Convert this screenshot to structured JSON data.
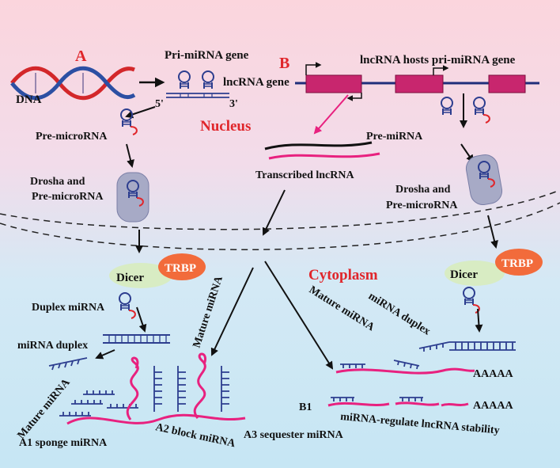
{
  "panels": {
    "a": "A",
    "b": "B",
    "b1": "B1"
  },
  "compartments": {
    "nucleus": "Nucleus",
    "cytoplasm": "Cytoplasm"
  },
  "labels": {
    "dna": "DNA",
    "pri_mirna_gene": "Pri-miRNA gene",
    "lncrna_gene": "lncRNA gene",
    "lncrna_hosts": "lncRNA hosts pri-miRNA gene",
    "five_prime": "5'",
    "three_prime": "3'",
    "pre_microrna": "Pre-microRNA",
    "pre_mirna": "Pre-miRNA",
    "transcribed_lncrna": "Transcribed lncRNA",
    "drosha_left_1": "Drosha and",
    "drosha_left_2": "Pre-microRNA",
    "drosha_right_1": "Drosha and",
    "drosha_right_2": "Pre-microRNA",
    "dicer_left": "Dicer",
    "trbp_left": "TRBP",
    "dicer_right": "Dicer",
    "trbp_right": "TRBP",
    "duplex_mirna": "Duplex miRNA",
    "mirna_duplex_left": "miRNA duplex",
    "mature_mirna_center": "Mature miRNA",
    "mature_mirna_bottom": "Mature miRNA",
    "mature_mirna_right": "Mature miRNA",
    "mirna_duplex_right": "miRNA duplex",
    "polya_1": "AAAAA",
    "polya_2": "AAAAA",
    "a1": "A1 sponge miRNA",
    "a2": "A2 block miRNA",
    "a3": "A3 sequester miRNA",
    "b1_caption": "miRNA-regulate lncRNA stability"
  },
  "colors": {
    "top_gradient": "#f9d6de",
    "bottom_gradient": "#c9e8f6",
    "exon": "#c8266e",
    "rna_pink": "#e8217f",
    "rna_red": "#e0262b",
    "mirna_blue": "#2d3e8f",
    "dicer": "#d8ecc3",
    "trbp": "#f26b3b",
    "drosha": "#a7aac6",
    "title_red": "#e0262b"
  }
}
